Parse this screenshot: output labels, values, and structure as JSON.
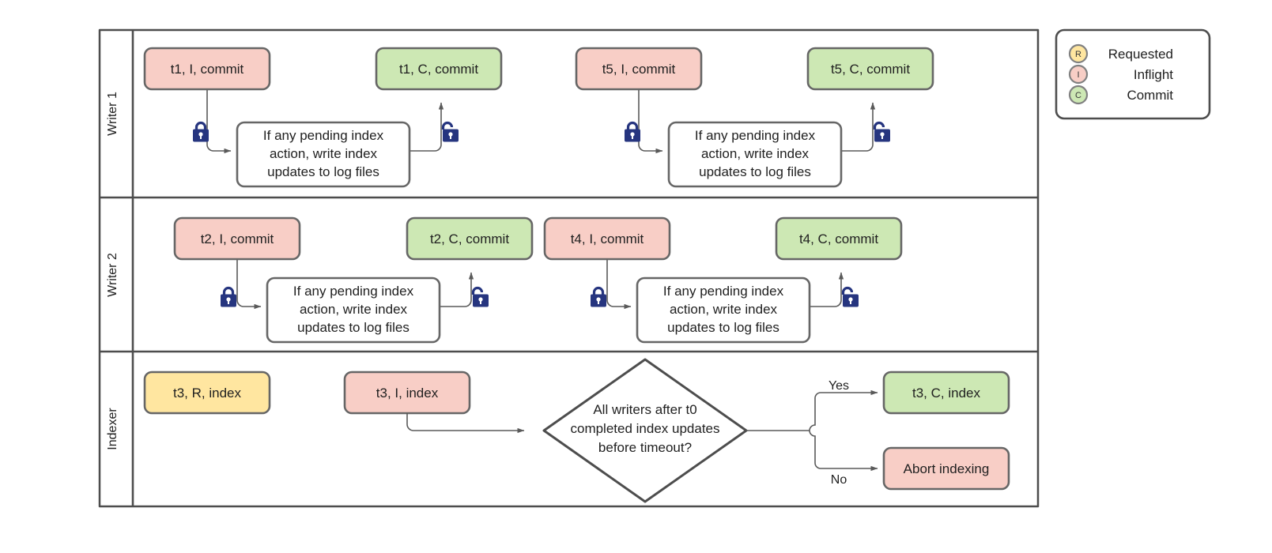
{
  "diagram": {
    "title": "Writer/Indexer commit and indexing swimlane flow",
    "colors": {
      "inflight_fill": "#f8cec6",
      "commit_fill": "#cde8b4",
      "requested_fill": "#ffe6a0",
      "process_fill": "#ffffff",
      "node_stroke": "#666666",
      "lane_stroke": "#4d4d4d",
      "lock_color": "#26357f",
      "text": "#1f1f1f"
    }
  },
  "lanes": [
    {
      "id": "writer1",
      "label": "Writer 1"
    },
    {
      "id": "writer2",
      "label": "Writer 2"
    },
    {
      "id": "indexer",
      "label": "Indexer"
    }
  ],
  "nodes": {
    "w1_t1_inflight": {
      "text": "t1, I, commit",
      "type": "inflight"
    },
    "w1_t1_commit": {
      "text": "t1, C, commit",
      "type": "commit"
    },
    "w1_proc_a": {
      "text": "If any pending index action, write index updates to log files",
      "type": "process"
    },
    "w1_t5_inflight": {
      "text": "t5, I, commit",
      "type": "inflight"
    },
    "w1_t5_commit": {
      "text": "t5, C, commit",
      "type": "commit"
    },
    "w1_proc_b": {
      "text": "If any pending index action, write index updates to log files",
      "type": "process"
    },
    "w2_t2_inflight": {
      "text": "t2, I, commit",
      "type": "inflight"
    },
    "w2_t2_commit": {
      "text": "t2, C, commit",
      "type": "commit"
    },
    "w2_proc_a": {
      "text": "If any pending index action, write index updates to log files",
      "type": "process"
    },
    "w2_t4_inflight": {
      "text": "t4, I, commit",
      "type": "inflight"
    },
    "w2_t4_commit": {
      "text": "t4, C, commit",
      "type": "commit"
    },
    "w2_proc_b": {
      "text": "If any pending index action, write index updates to log files",
      "type": "process"
    },
    "ix_t3_requested": {
      "text": "t3, R, index",
      "type": "requested"
    },
    "ix_t3_inflight": {
      "text": "t3, I, index",
      "type": "inflight"
    },
    "ix_decision": {
      "text": "All writers after t0 completed index updates before timeout?",
      "type": "decision"
    },
    "ix_t3_commit": {
      "text": "t3, C, index",
      "type": "commit"
    },
    "ix_abort": {
      "text": "Abort indexing",
      "type": "inflight"
    }
  },
  "process_text_lines": [
    "If any pending index",
    "action, write index",
    "updates to log files"
  ],
  "decision_text_lines": [
    "All writers after t0",
    "completed index updates",
    "before timeout?"
  ],
  "edge_labels": {
    "yes": "Yes",
    "no": "No"
  },
  "legend": {
    "items": [
      {
        "badge": "R",
        "label": "Requested",
        "color": "#ffe6a0"
      },
      {
        "badge": "I",
        "label": "Inflight",
        "color": "#f8cec6"
      },
      {
        "badge": "C",
        "label": "Commit",
        "color": "#cde8b4"
      }
    ]
  }
}
